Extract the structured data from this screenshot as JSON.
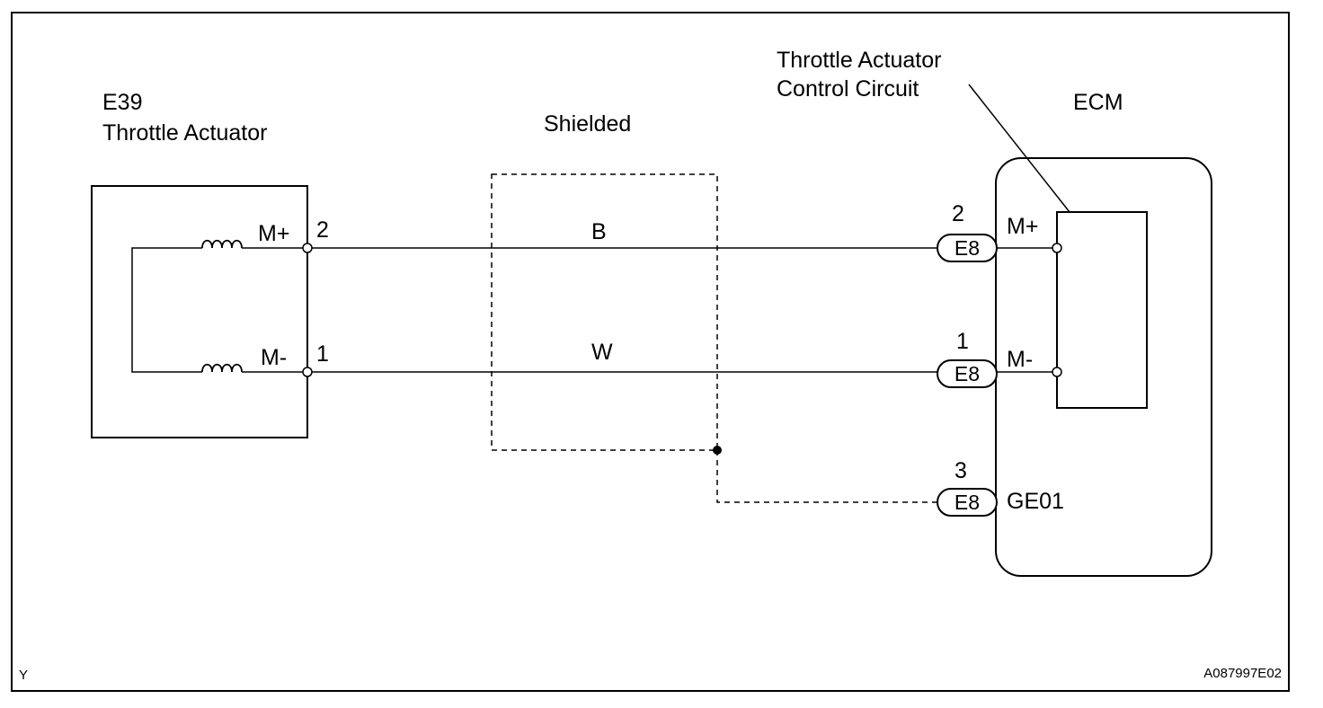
{
  "actuator": {
    "code": "E39",
    "name": "Throttle Actuator",
    "pin_plus_label": "M+",
    "pin_plus_number": "2",
    "pin_minus_label": "M-",
    "pin_minus_number": "1"
  },
  "shield": {
    "label": "Shielded",
    "wire_plus_color": "B",
    "wire_minus_color": "W"
  },
  "ecm": {
    "label": "ECM",
    "circuit_label_line1": "Throttle Actuator",
    "circuit_label_line2": "Control Circuit",
    "terminal_plus_label": "M+",
    "terminal_minus_label": "M-",
    "ground_label": "GE01",
    "connectors": [
      {
        "pin": "2",
        "code": "E8"
      },
      {
        "pin": "1",
        "code": "E8"
      },
      {
        "pin": "3",
        "code": "E8"
      }
    ]
  },
  "footer": {
    "left_mark": "Y",
    "figure_id": "A087997E02"
  }
}
